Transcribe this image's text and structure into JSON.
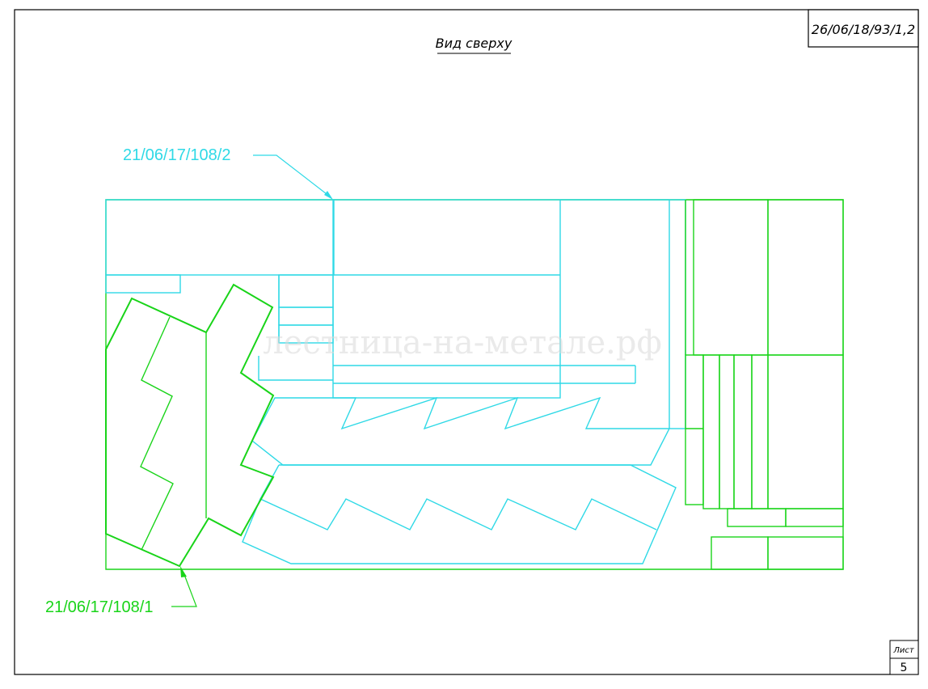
{
  "drawing": {
    "doc_number": "26/06/18/93/1,2",
    "view_title": "Вид сверху",
    "callout_top": "21/06/17/108/2",
    "callout_bottom": "21/06/17/108/1",
    "watermark": "лестница-на-метале.рф",
    "sheet_label": "Лист",
    "sheet_number": "5"
  },
  "colors": {
    "frame": "#000000",
    "cyan_part": "#2fd9e6",
    "green_part": "#19d419"
  }
}
